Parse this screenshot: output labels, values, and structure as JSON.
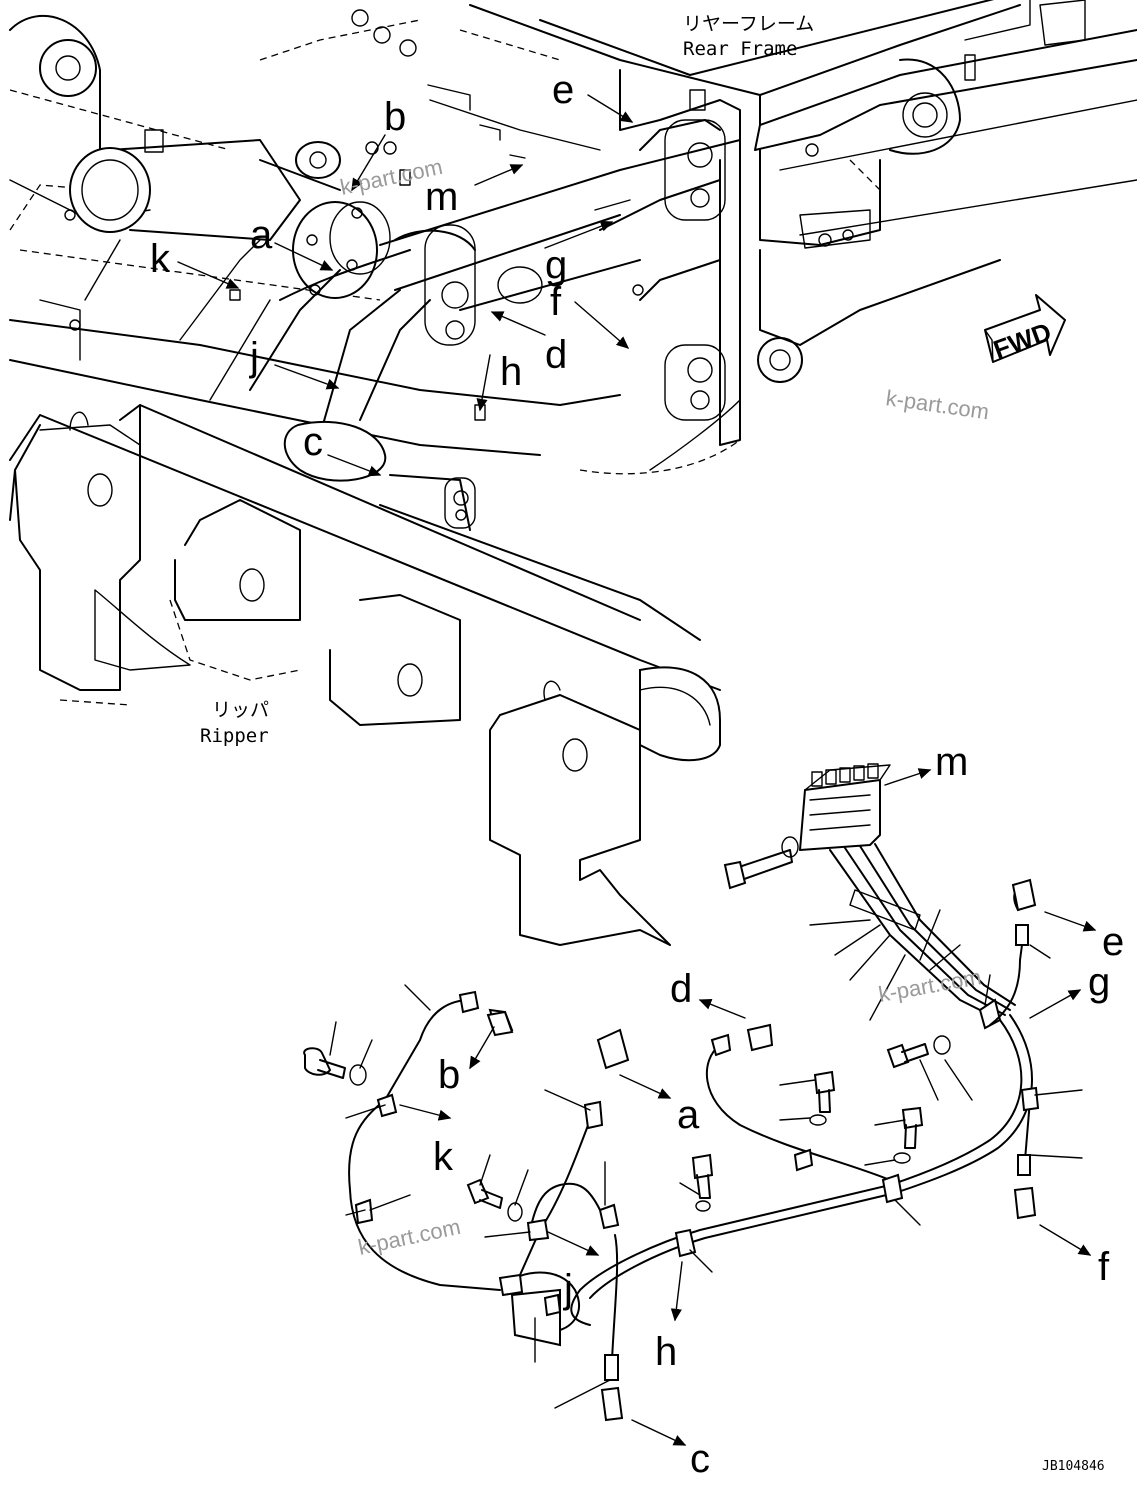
{
  "diagram": {
    "frame_label_jp": "リヤーフレーム",
    "frame_label_en": "Rear Frame",
    "ripper_label_jp": "リッパ",
    "ripper_label_en": "Ripper",
    "fwd_label": "FWD",
    "drawing_code": "JB104846",
    "watermark": "k-part.com",
    "callouts": {
      "a": "a",
      "b": "b",
      "c": "c",
      "d": "d",
      "e": "e",
      "f": "f",
      "g": "g",
      "h": "h",
      "j": "j",
      "k": "k",
      "m": "m"
    }
  }
}
